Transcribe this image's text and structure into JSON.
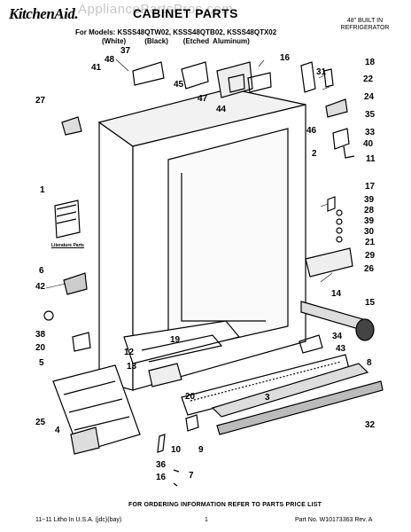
{
  "header": {
    "brand": "KitchenAid.",
    "title": "CABINET PARTS",
    "watermark": "AppliancePartsPros.com",
    "builtin_line1": "48\" BUILT IN",
    "builtin_line2": "REFRIGERATOR",
    "models": "For Models: KSSS48QTW02, KSSS48QTB02, KSSS48QTX02",
    "colors": "(White)     (Black)    (Etched Aluminum)"
  },
  "literature_label": "Literature Parts",
  "callouts": [
    "37",
    "48",
    "41",
    "45",
    "16",
    "47",
    "44",
    "31",
    "18",
    "22",
    "24",
    "35",
    "33",
    "40",
    "11",
    "46",
    "2",
    "27",
    "1",
    "6",
    "42",
    "17",
    "39",
    "28",
    "39",
    "30",
    "21",
    "29",
    "26",
    "14",
    "15",
    "8",
    "38",
    "20",
    "5",
    "25",
    "4",
    "12",
    "19",
    "13",
    "20",
    "3",
    "43",
    "34",
    "32",
    "9",
    "10",
    "36",
    "16",
    "7"
  ],
  "footer": {
    "instruction": "FOR ORDERING INFORMATION REFER TO PARTS PRICE LIST",
    "litho": "11~11 Litho In U.S.A. (jdc)(bay)",
    "page": "1",
    "part_no": "Part No. W10173363 Rev. A"
  }
}
